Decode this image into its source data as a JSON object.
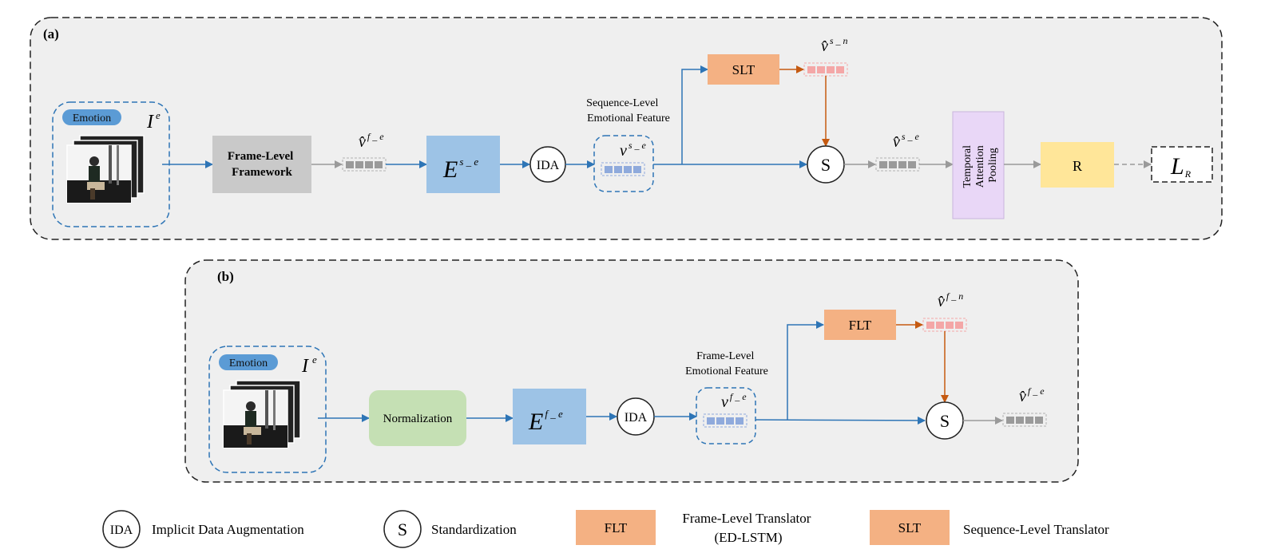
{
  "panel_a": {
    "label": "(a)",
    "input": {
      "badge": "Emotion",
      "symbol": "I",
      "symbol_sup": "e"
    },
    "frame_level_framework": [
      "Frame-Level",
      "Framework"
    ],
    "v_hat_f_e": {
      "base": "v̂",
      "sup": "f _ e"
    },
    "encoder": {
      "base": "E",
      "sup": "s _ e"
    },
    "ida": "IDA",
    "feature_caption": [
      "Sequence-Level",
      "Emotional Feature"
    ],
    "v_s_e": {
      "base": "v",
      "sup": "s _ e"
    },
    "slt": "SLT",
    "v_hat_s_n": {
      "base": "v̂",
      "sup": "s _ n"
    },
    "standardization": "S",
    "v_hat_s_e": {
      "base": "v̂",
      "sup": "s _ e"
    },
    "pooling": [
      "Temporal",
      "Attention",
      "Pooling"
    ],
    "regressor": "R",
    "loss": {
      "base": "L",
      "sub": "R"
    }
  },
  "panel_b": {
    "label": "(b)",
    "input": {
      "badge": "Emotion",
      "symbol": "I",
      "symbol_sup": "e"
    },
    "normalization": "Normalization",
    "encoder": {
      "base": "E",
      "sup": "f _ e"
    },
    "ida": "IDA",
    "feature_caption": [
      "Frame-Level",
      "Emotional Feature"
    ],
    "v_f_e": {
      "base": "v",
      "sup": "f _ e"
    },
    "flt": "FLT",
    "v_hat_f_n": {
      "base": "v̂",
      "sup": "f _ n"
    },
    "standardization": "S",
    "v_hat_f_e": {
      "base": "v̂",
      "sup": "f _ e"
    }
  },
  "legend": {
    "ida_symbol": "IDA",
    "ida_text": "Implicit Data Augmentation",
    "s_symbol": "S",
    "s_text": "Standardization",
    "flt_symbol": "FLT",
    "flt_text": [
      "Frame-Level Translator",
      "(ED-LSTM)"
    ],
    "slt_symbol": "SLT",
    "slt_text": "Sequence-Level Translator"
  },
  "colors": {
    "panel_bg": "#efefef",
    "blue_box": "#9dc3e6",
    "blue_line": "#2e75b6",
    "orange_box": "#f4b183",
    "orange_line": "#c55a11",
    "gray_box": "#c9c9c9",
    "green_box": "#c5e0b4",
    "purple_box": "#e9d7f7",
    "yellow_box": "#ffe699",
    "pink_vec": "#f4a7a7",
    "badge": "#5b9bd5"
  }
}
